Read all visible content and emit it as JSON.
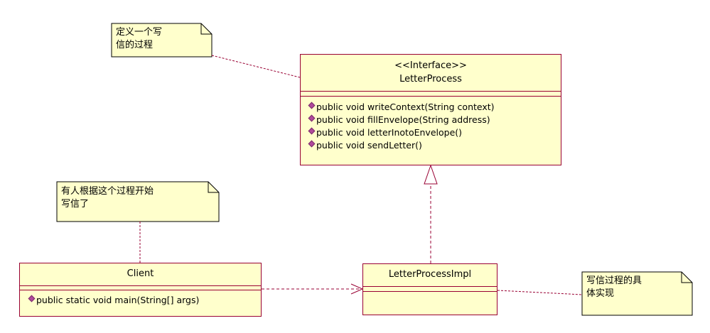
{
  "interface": {
    "stereotype": "<<Interface>>",
    "name": "LetterProcess",
    "operations": [
      "public void writeContext(String context)",
      "public void fillEnvelope(String address)",
      "public void letterInotoEnvelope()",
      "public void sendLetter()"
    ]
  },
  "client": {
    "name": "Client",
    "operations": [
      "public static void main(String[] args)"
    ]
  },
  "impl": {
    "name": "LetterProcessImpl"
  },
  "notes": {
    "interface_note": [
      "定义一个写",
      "信的过程"
    ],
    "client_note": [
      "有人根据这个过程开始",
      "写信了"
    ],
    "impl_note": [
      "写信过程的具",
      "体实现"
    ]
  },
  "colors": {
    "class_fill": "#ffffcc",
    "border": "#990033",
    "note_border": "#000000",
    "operation_icon": "#b04a9c"
  }
}
